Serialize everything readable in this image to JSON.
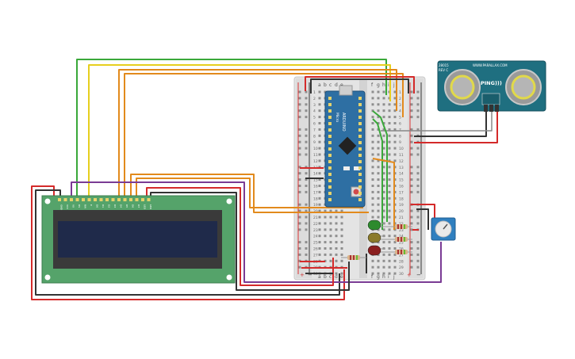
{
  "breadboard": {
    "columns_left": [
      "a",
      "b",
      "c",
      "d",
      "e"
    ],
    "columns_right": [
      "f",
      "g",
      "h",
      "i",
      "j"
    ],
    "row_numbers_visible": [
      "1",
      "2",
      "3",
      "4",
      "5",
      "6",
      "7",
      "8",
      "9",
      "10",
      "11",
      "12",
      "13",
      "14",
      "15",
      "16",
      "17",
      "18",
      "19",
      "20",
      "21",
      "22",
      "23",
      "24",
      "25",
      "26",
      "27",
      "28",
      "29",
      "30"
    ],
    "rail_plus": "+",
    "rail_minus": "−"
  },
  "arduino": {
    "brand": "ARDUINO",
    "model": "Micro",
    "color": "#2e6fa3"
  },
  "ping_sensor": {
    "label": "PING)))",
    "site": "WWW.PARALLAX.COM",
    "part": "28015",
    "rev": "REV C",
    "color": "#1f6f80"
  },
  "lcd": {
    "pin_labels": [
      "GND",
      "VCC",
      "V0",
      "RS",
      "RW",
      "E",
      "D0",
      "D1",
      "D2",
      "D3",
      "D4",
      "D5",
      "D6",
      "D7",
      "LED",
      "LED"
    ],
    "board_color": "#55a36a"
  },
  "leds": [
    {
      "name": "green-led",
      "color": "#2d8a2d"
    },
    {
      "name": "yellow-led",
      "color": "#8a7a2a"
    },
    {
      "name": "red-led",
      "color": "#8a1f1f"
    }
  ],
  "wire_colors": {
    "red": "#d42a2a",
    "black": "#333333",
    "green": "#3aa83a",
    "yellow": "#e6cf1e",
    "orange": "#e28a1c",
    "purple": "#7a3b94"
  }
}
